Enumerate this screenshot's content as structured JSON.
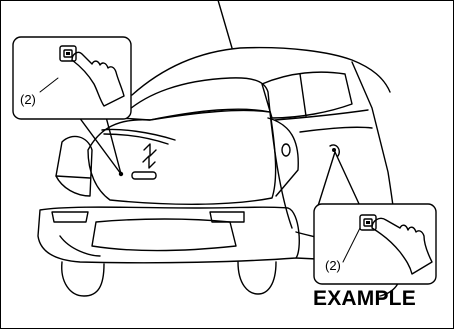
{
  "callouts": {
    "top_left_label": "(2)",
    "bottom_right_label": "(2)"
  },
  "footer": {
    "example_text": "EXAMPLE"
  },
  "icons": {
    "button": "push-button-icon",
    "hand": "pointing-hand-icon"
  }
}
